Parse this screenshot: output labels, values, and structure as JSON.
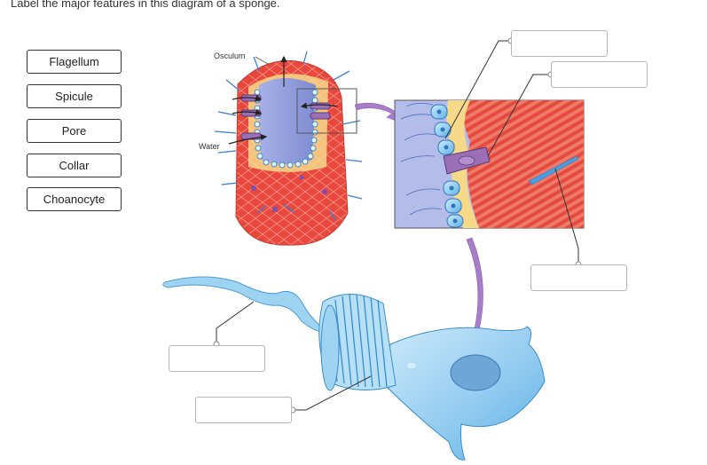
{
  "question": "Label the major features in this diagram of a sponge.",
  "label_bank": [
    "Flagellum",
    "Spicule",
    "Pore",
    "Collar",
    "Choanocyte"
  ],
  "figure_labels": {
    "osculum": "Osculum",
    "water": "Water"
  },
  "colors": {
    "body_red": "#e8473c",
    "cavity_blue": "#8e9ad8",
    "cell_blue": "#9fd3f2",
    "pore_purple": "#9a6fb5",
    "arrow_purple": "#a77cc8",
    "leader_line": "#333333",
    "drop_border": "#b5b5b5"
  }
}
